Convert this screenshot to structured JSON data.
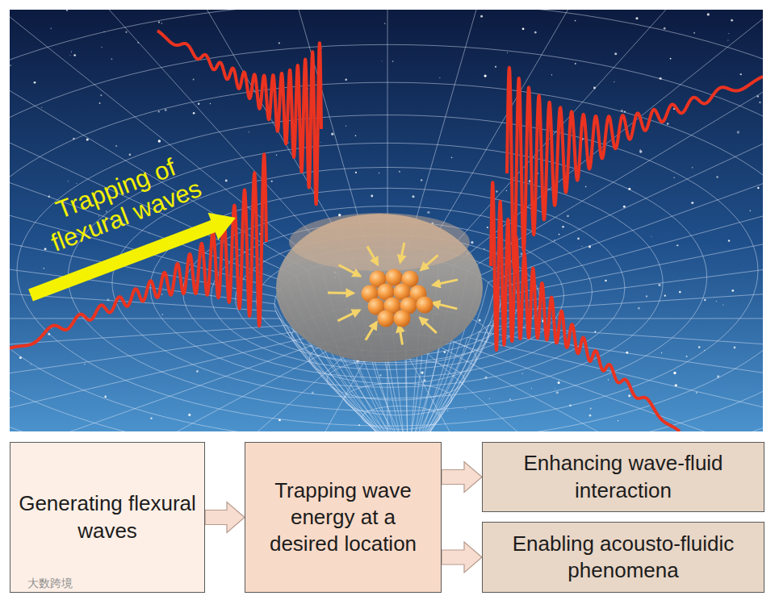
{
  "diagram": {
    "nodes": [
      {
        "text": [
          "Generating flexural waves"
        ]
      },
      {
        "text": [
          "Trapping wave energy at a desired location"
        ]
      },
      {
        "text": [
          "Enhancing wave-fluid interaction"
        ]
      },
      {
        "text": [
          "Enabling acousto-fluidic phenomena"
        ]
      }
    ],
    "edges": [
      {
        "from": 0,
        "to": 1,
        "arrow": "to"
      },
      {
        "from": 1,
        "to": 2,
        "arrow": "to"
      },
      {
        "from": 1,
        "to": 3,
        "arrow": "to"
      }
    ],
    "labels": [
      "Trapping of flexural waves",
      "大数跨境"
    ]
  }
}
